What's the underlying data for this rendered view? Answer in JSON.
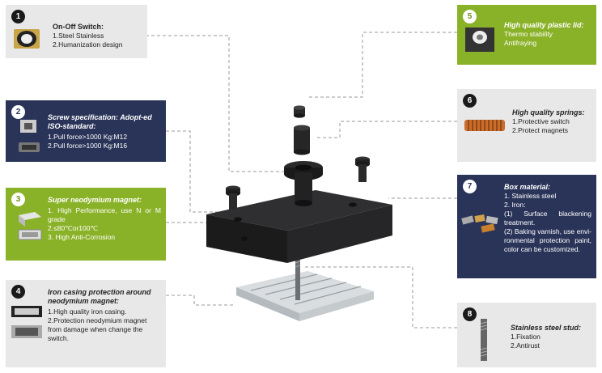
{
  "cards": {
    "c1": {
      "num": "1",
      "title": "On-Off Switch:",
      "lines": [
        "1.Steel Stainless",
        "2.Humanization design"
      ]
    },
    "c2": {
      "num": "2",
      "title": "Screw specification: Adopt-ed ISO-standard:",
      "lines": [
        "1.Pull force>1000 Kg:M12",
        "2.Pull force>1000 Kg:M16"
      ]
    },
    "c3": {
      "num": "3",
      "title": "Super neodymium magnet:",
      "lines": [
        "1. High Performance, use N or M grade",
        "2.≤80℃or100℃",
        "3. High Anti-Corrosion"
      ]
    },
    "c4": {
      "num": "4",
      "title": "Iron casing protection around neodymium magnet:",
      "lines": [
        "1.High quality iron casing.",
        "2.Protection neodymium magnet from damage when change the switch."
      ]
    },
    "c5": {
      "num": "5",
      "title": "High quality plastic lid:",
      "lines": [
        "Thermo stability",
        "Antifraying"
      ]
    },
    "c6": {
      "num": "6",
      "title": "High quality springs:",
      "lines": [
        "1.Protective switch",
        "2.Protect magnets"
      ]
    },
    "c7": {
      "num": "7",
      "title": "Box material:",
      "lines": [
        "1. Stainless steel",
        "2. Iron:",
        "(1) Surface blackening treatment.",
        "(2) Baking varnish, use envi-ronmental protection paint, color can be customized."
      ]
    },
    "c8": {
      "num": "8",
      "title": "Stainless steel stud:",
      "lines": [
        "1.Fixation",
        "2.Antirust"
      ]
    }
  },
  "colors": {
    "gray": "#e8e8e8",
    "navy": "#2a3459",
    "green": "#8ab228",
    "connector": "#9a9a9a"
  },
  "icons": [
    "switch-knob-icon",
    "screw-icon",
    "magnet-block-icon",
    "iron-casing-icon",
    "plastic-lid-icon",
    "spring-icon",
    "box-parts-icon",
    "stud-icon"
  ]
}
